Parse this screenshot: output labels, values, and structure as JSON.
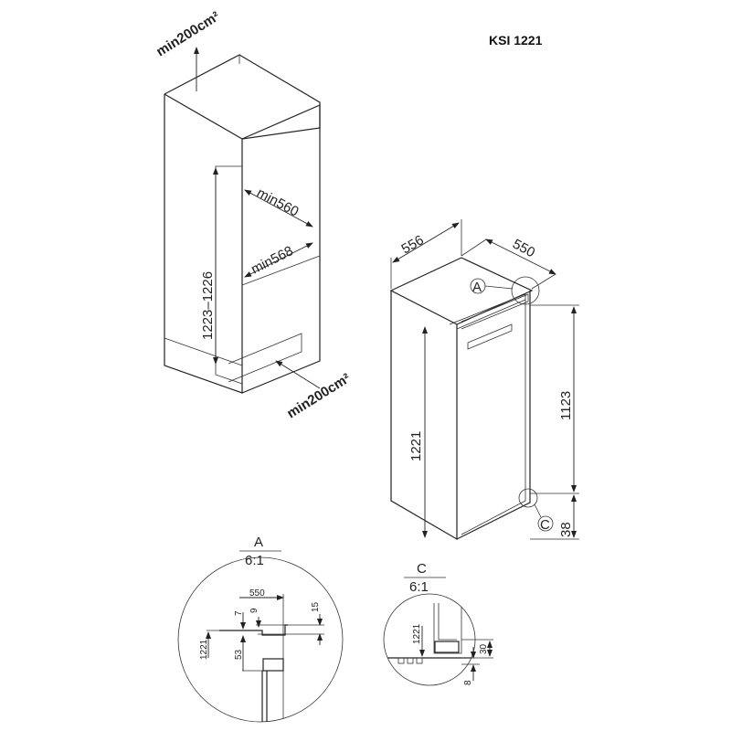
{
  "title": "KSI 1221",
  "niche": {
    "vent_top": "min200cm²",
    "vent_bottom": "min200cm²",
    "height": "1223–1226",
    "depth_top": "min560",
    "width_min": "min568"
  },
  "appliance": {
    "width": "556",
    "depth": "550",
    "height": "1221",
    "height_upper": "1123",
    "height_lower": "38",
    "marker_a": "A",
    "marker_c": "C"
  },
  "detail_a": {
    "label": "A",
    "scale": "6:1",
    "dims": {
      "w": "550",
      "d15": "15",
      "d7": "7",
      "d9": "9",
      "d53": "53",
      "h": "1221"
    }
  },
  "detail_c": {
    "label": "C",
    "scale": "6:1",
    "dims": {
      "h": "1221",
      "d30": "30",
      "d8": "8"
    }
  }
}
